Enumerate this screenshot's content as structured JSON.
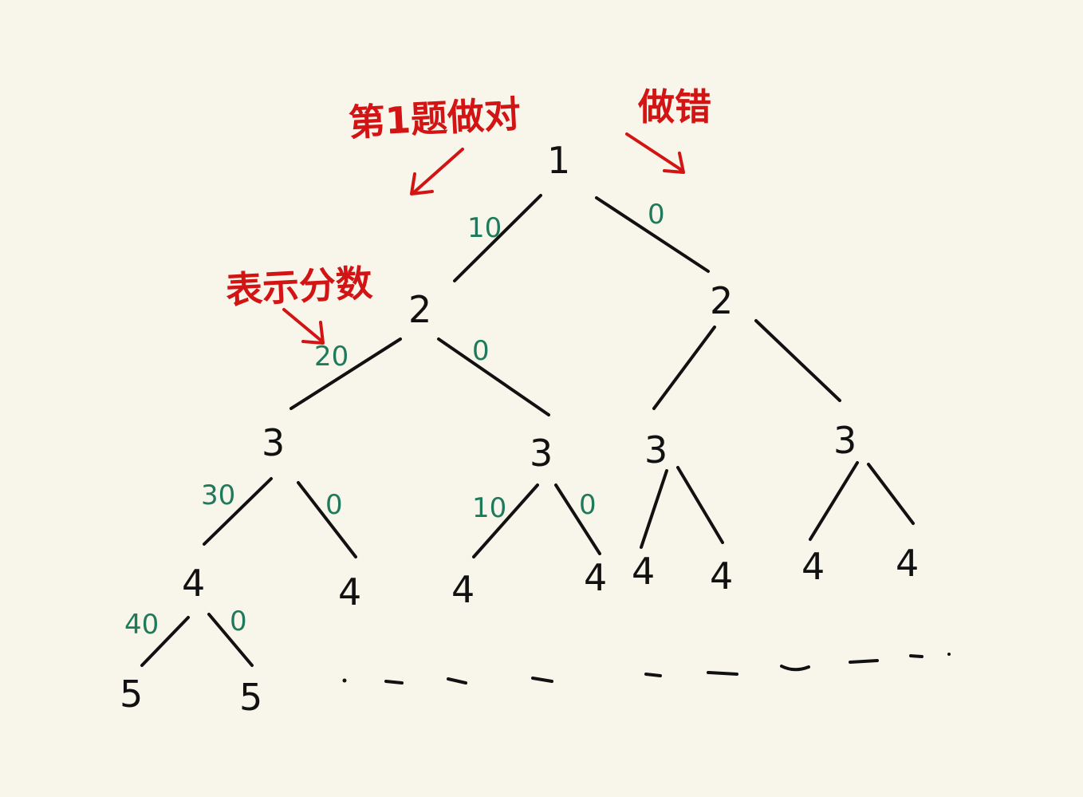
{
  "annotations": {
    "first_correct": "第1题做对",
    "wrong": "做错",
    "represents_score": "表示分数"
  },
  "colors": {
    "background": "#f8f6eb",
    "node": "#111111",
    "weight": "#1e7a5a",
    "annotation": "#d21414"
  },
  "nodes": {
    "root": "1",
    "l2_left": "2",
    "l2_right": "2",
    "l3_a": "3",
    "l3_b": "3",
    "l3_c": "3",
    "l3_d": "3",
    "l4_a": "4",
    "l4_b": "4",
    "l4_c": "4",
    "l4_d": "4",
    "l4_e": "4",
    "l4_f": "4",
    "l4_g": "4",
    "l4_h": "4",
    "l5_a": "5",
    "l5_b": "5"
  },
  "weights": {
    "w_root_left": "10",
    "w_root_right": "0",
    "w_2l_left": "20",
    "w_2l_right": "0",
    "w_3a_left": "30",
    "w_3a_right": "0",
    "w_3b_left": "10",
    "w_3b_right": "0",
    "w_4a_left": "40",
    "w_4a_right": "0"
  }
}
